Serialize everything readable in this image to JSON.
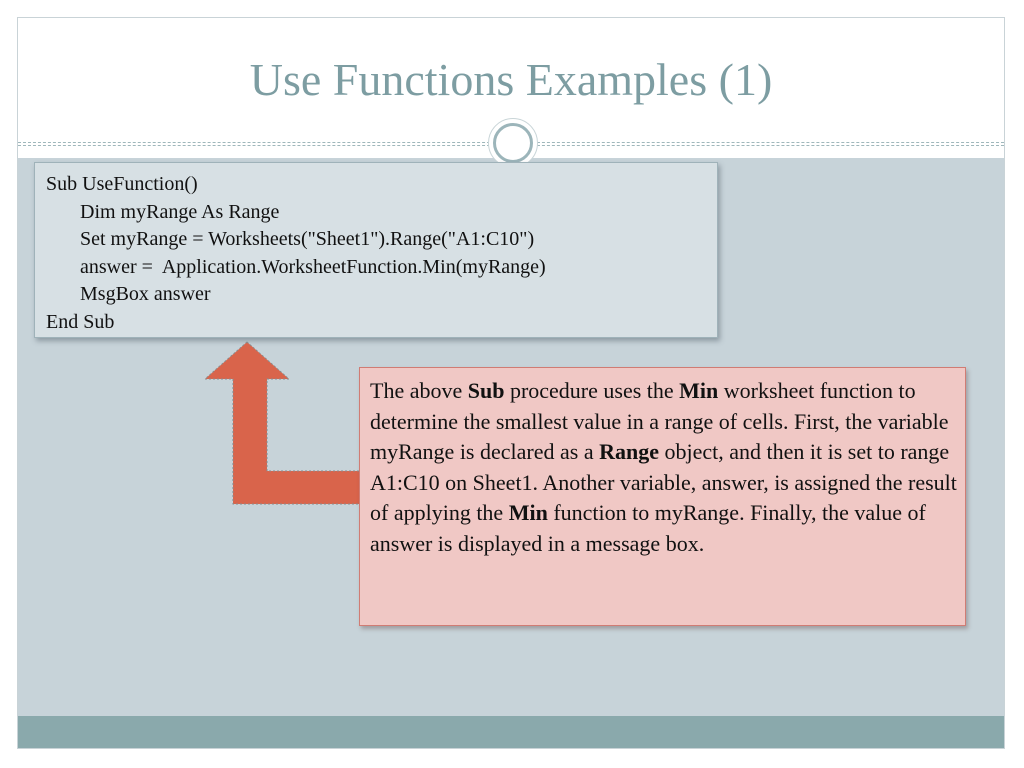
{
  "slide": {
    "title": "Use Functions Examples (1)"
  },
  "code_block": {
    "lines": [
      {
        "text": "Sub UseFunction()",
        "indent": false
      },
      {
        "text": "Dim myRange As Range",
        "indent": true
      },
      {
        "text": "Set myRange = Worksheets(\"Sheet1\").Range(\"A1:C10\")",
        "indent": true
      },
      {
        "text": "answer =  Application.WorksheetFunction.Min(myRange)",
        "indent": true
      },
      {
        "text": "MsgBox answer",
        "indent": true
      },
      {
        "text": "End Sub",
        "indent": false
      }
    ]
  },
  "note": {
    "segments": [
      {
        "text": "The above ",
        "bold": false
      },
      {
        "text": "Sub",
        "bold": true
      },
      {
        "text": " procedure uses the ",
        "bold": false
      },
      {
        "text": "Min",
        "bold": true
      },
      {
        "text": " worksheet function to determine the smallest value in a range of cells. First, the variable myRange is declared as a ",
        "bold": false
      },
      {
        "text": "Range",
        "bold": true
      },
      {
        "text": " object, and then it is set to range A1:C10 on Sheet1. Another variable, answer, is assigned the result of applying the ",
        "bold": false
      },
      {
        "text": "Min",
        "bold": true
      },
      {
        "text": " function to myRange. Finally, the value of answer is displayed in a message box.",
        "bold": false
      }
    ]
  },
  "colors": {
    "title": "#7d9da2",
    "content_bg": "#c7d3d9",
    "footer_band": "#8aa9ac",
    "code_box_bg": "#d7e0e4",
    "note_box_bg": "#f0c8c5",
    "arrow_fill": "#d9644b"
  },
  "icons": {
    "ornament": "double-ring-circle-icon",
    "arrow": "bent-up-arrow-icon"
  }
}
